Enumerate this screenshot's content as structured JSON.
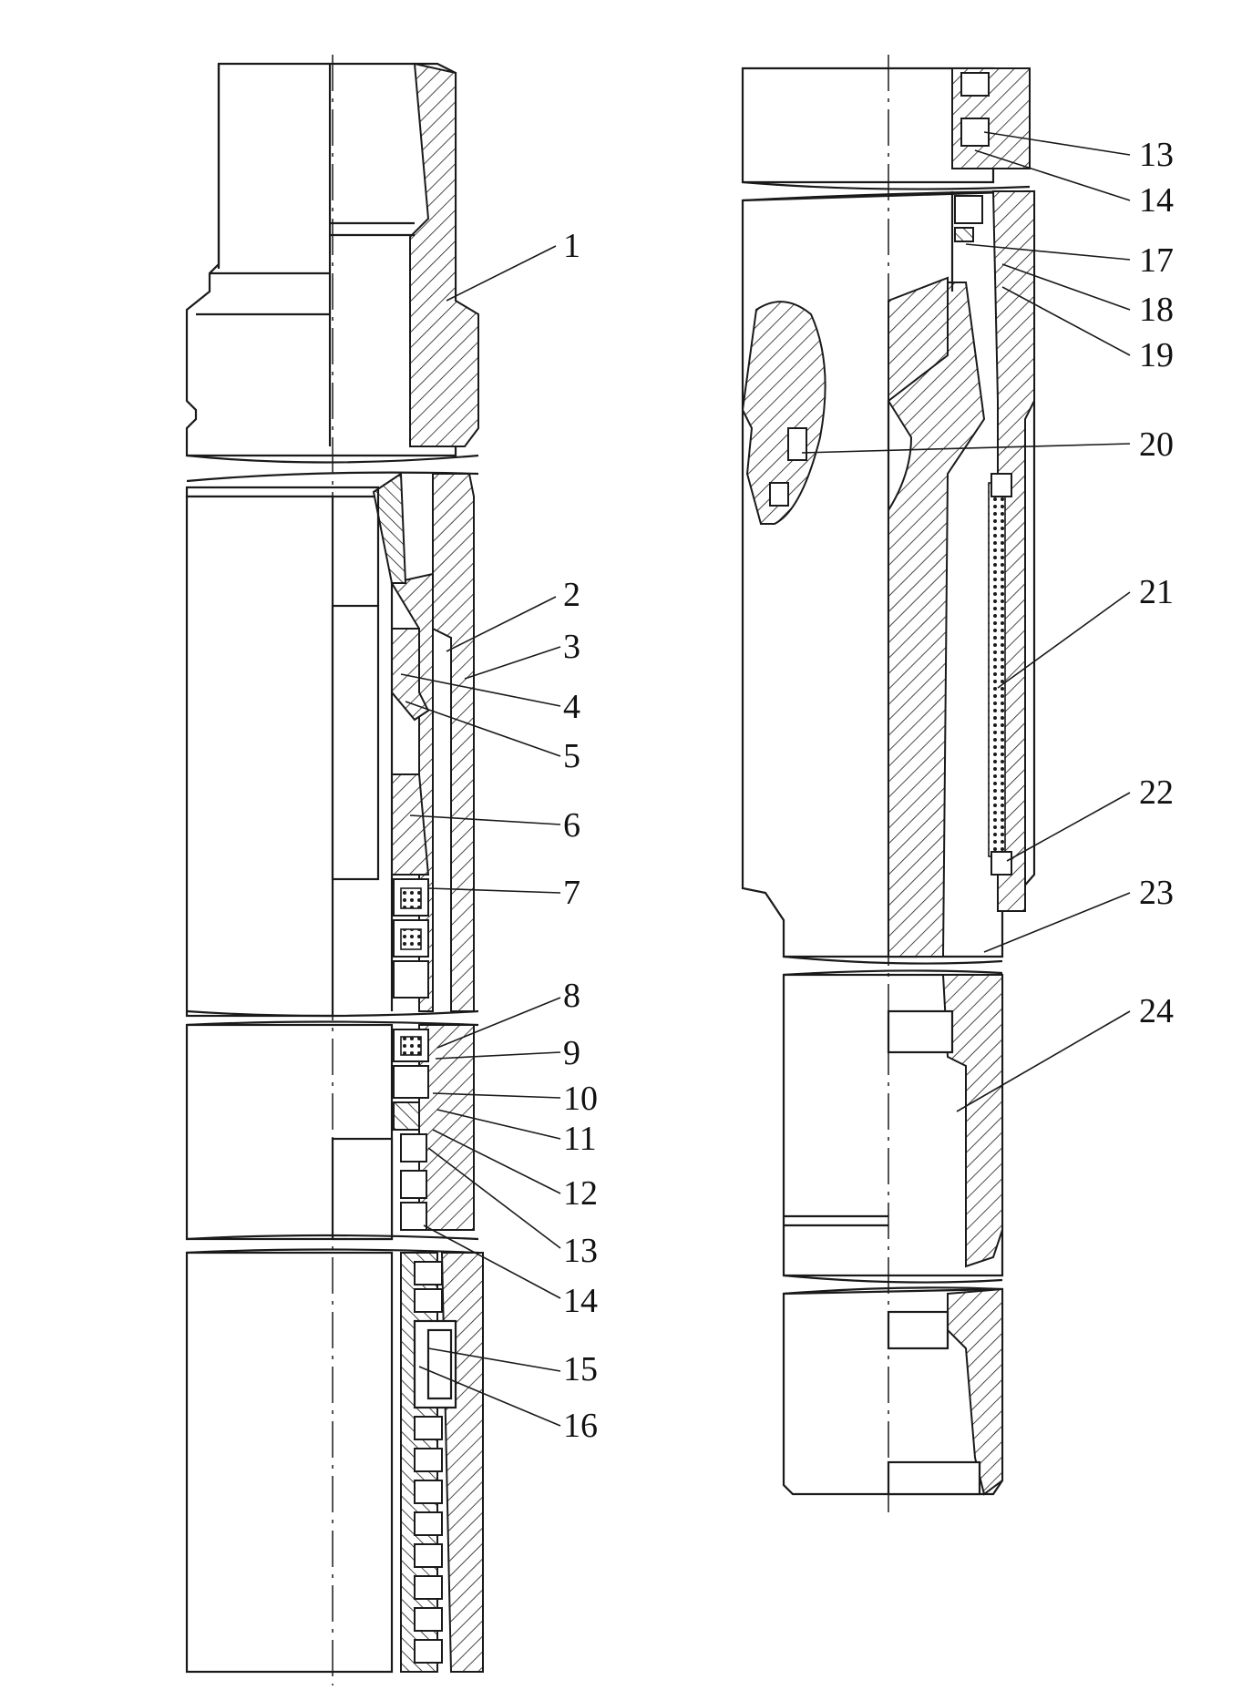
{
  "labels": {
    "l1": "1",
    "l2": "2",
    "l3": "3",
    "l4": "4",
    "l5": "5",
    "l6": "6",
    "l7": "7",
    "l8": "8",
    "l9": "9",
    "l10": "10",
    "l11": "11",
    "l12": "12",
    "l13": "13",
    "l14": "14",
    "l15": "15",
    "l16": "16",
    "r13": "13",
    "r14": "14",
    "r17": "17",
    "r18": "18",
    "r19": "19",
    "r20": "20",
    "r21": "21",
    "r22": "22",
    "r23": "23",
    "r24": "24"
  }
}
